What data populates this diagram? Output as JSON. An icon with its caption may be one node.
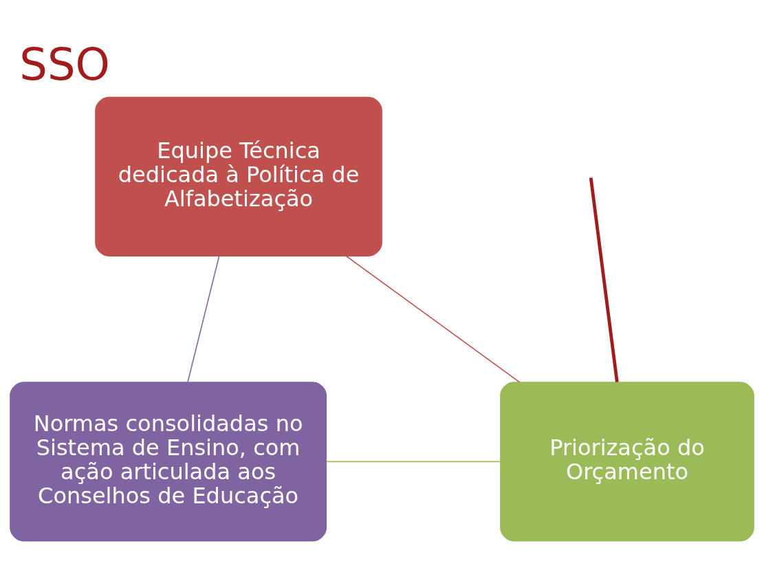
{
  "diagram": {
    "title": "SSO",
    "nodes": [
      {
        "text": [
          "Equipe Técnica dedicada à Política de Alfabetização"
        ]
      },
      {
        "text": [
          "Normas consolidadas no Sistema de Ensino, com ação articulada aos Conselhos de Educação"
        ]
      },
      {
        "text": [
          "Priorização do Orçamento"
        ]
      }
    ],
    "edges": [
      {
        "from": 0,
        "to": 2,
        "arrow": "none",
        "color": "#c0504d"
      },
      {
        "from": 2,
        "to": 1,
        "arrow": "none",
        "color": "#9bbb59"
      },
      {
        "from": 1,
        "to": 0,
        "arrow": "none",
        "color": "#8064a2"
      },
      {
        "from": null,
        "to": 2,
        "arrow": "none",
        "style": "thick",
        "color": "#a31c1c"
      }
    ]
  }
}
